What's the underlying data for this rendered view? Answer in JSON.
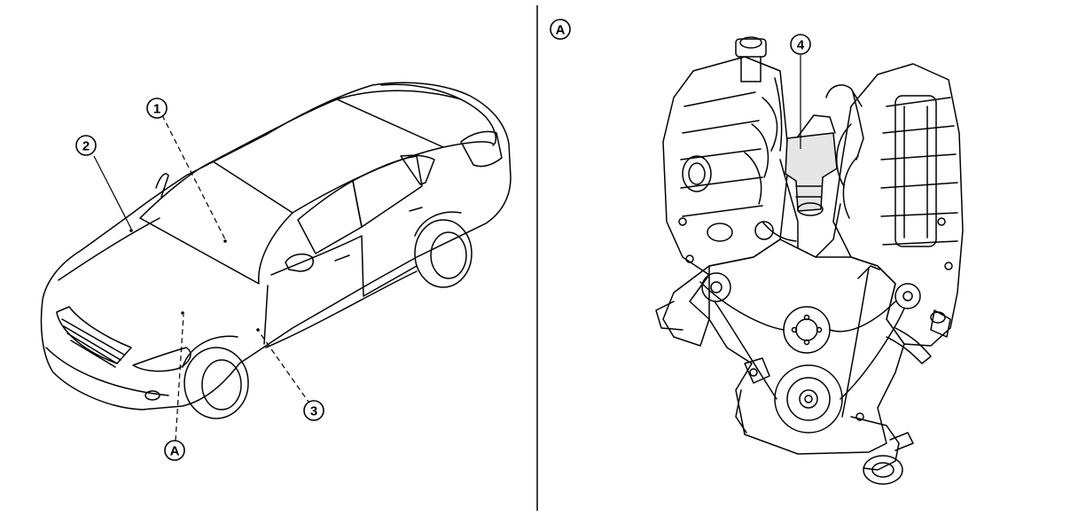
{
  "callouts": {
    "c1": "1",
    "c2": "2",
    "c3": "3",
    "c4": "4",
    "view_a_ref": "A",
    "view_a_header": "A"
  },
  "icons": {
    "left": "car-isometric-line-drawing-icon",
    "right": "engine-v6-line-drawing-icon"
  },
  "colors": {
    "line": "#000000",
    "background": "#ffffff"
  }
}
